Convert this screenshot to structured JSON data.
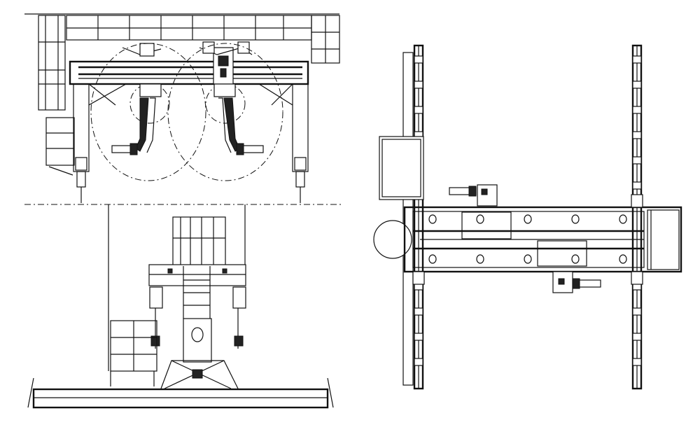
{
  "figure": {
    "views": [
      {
        "name": "front-elevation",
        "labels": []
      },
      {
        "name": "side-elevation",
        "labels": []
      },
      {
        "name": "plan-view",
        "labels": []
      }
    ],
    "line_color": "#111111",
    "background": "#ffffff"
  }
}
